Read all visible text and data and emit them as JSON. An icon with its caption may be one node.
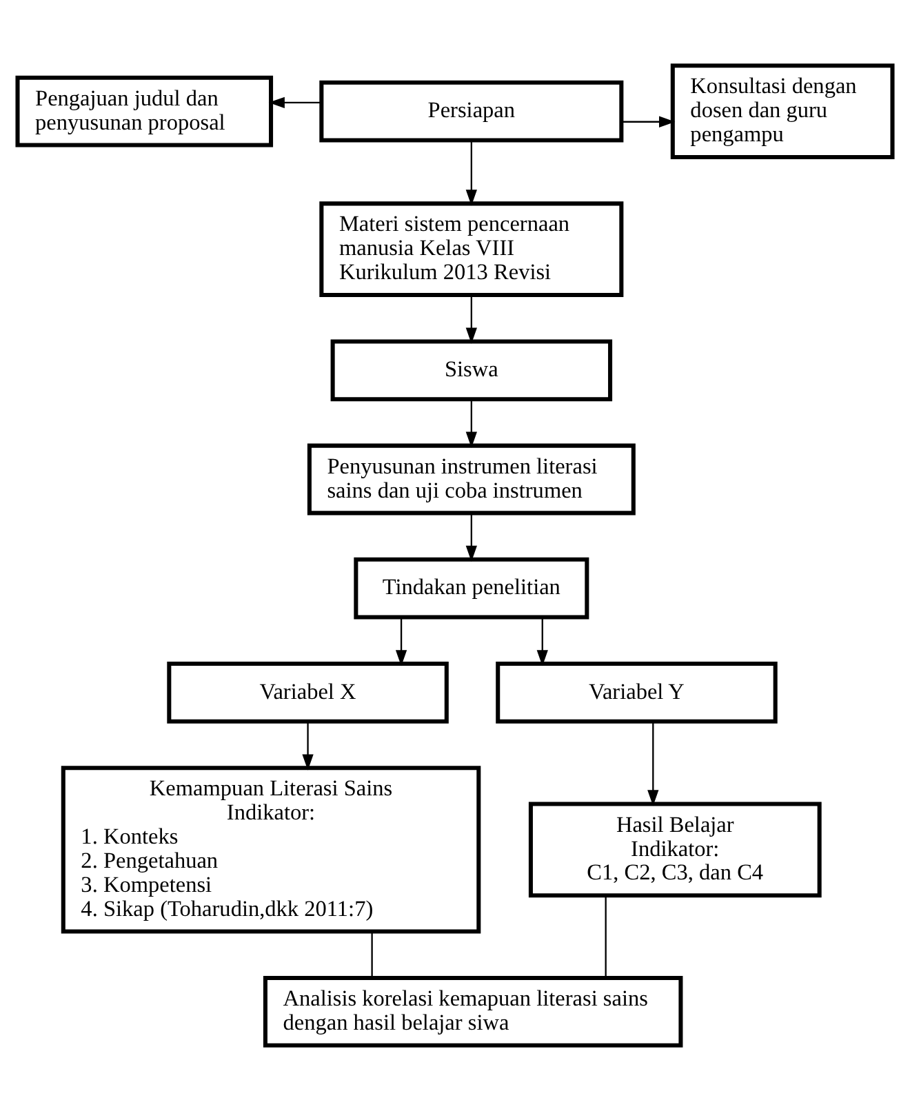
{
  "diagram": {
    "nodes": [
      {
        "text": [
          "Persiapan"
        ]
      },
      {
        "text": [
          "Pengajuan judul dan penyusunan proposal"
        ]
      },
      {
        "text": [
          "Konsultasi dengan dosen dan guru pengampu"
        ]
      },
      {
        "text": [
          "Materi sistem pencernaan manusia Kelas VIII Kurikulum 2013 Revisi"
        ]
      },
      {
        "text": [
          "Siswa"
        ]
      },
      {
        "text": [
          "Penyusunan instrumen literasi sains dan uji coba instrumen"
        ]
      },
      {
        "text": [
          "Tindakan penelitian"
        ]
      },
      {
        "text": [
          "Variabel X"
        ]
      },
      {
        "text": [
          "Variabel Y"
        ]
      },
      {
        "text": [
          "Kemampuan Literasi Sains",
          "Indikator:",
          "1. Konteks",
          "2. Pengetahuan",
          "3. Kompetensi",
          "4. Sikap (Toharudin,dkk 2011:7)"
        ]
      },
      {
        "text": [
          "Hasil Belajar",
          "Indikator:",
          "C1, C2, C3, dan C4"
        ]
      },
      {
        "text": [
          "Analisis korelasi kemapuan literasi sains dengan hasil belajar siwa"
        ]
      }
    ],
    "edges": [
      {
        "from": 0,
        "to": 1,
        "arrow": "to"
      },
      {
        "from": 0,
        "to": 2,
        "arrow": "to"
      },
      {
        "from": 0,
        "to": 3,
        "arrow": "to"
      },
      {
        "from": 3,
        "to": 4,
        "arrow": "to"
      },
      {
        "from": 4,
        "to": 5,
        "arrow": "to"
      },
      {
        "from": 5,
        "to": 6,
        "arrow": "to"
      },
      {
        "from": 6,
        "to": 7,
        "arrow": "to"
      },
      {
        "from": 6,
        "to": 8,
        "arrow": "to"
      },
      {
        "from": 7,
        "to": 9,
        "arrow": "to"
      },
      {
        "from": 8,
        "to": 10,
        "arrow": "to"
      },
      {
        "from": 9,
        "to": 11,
        "arrow": "none"
      },
      {
        "from": 10,
        "to": 11,
        "arrow": "none"
      }
    ]
  }
}
